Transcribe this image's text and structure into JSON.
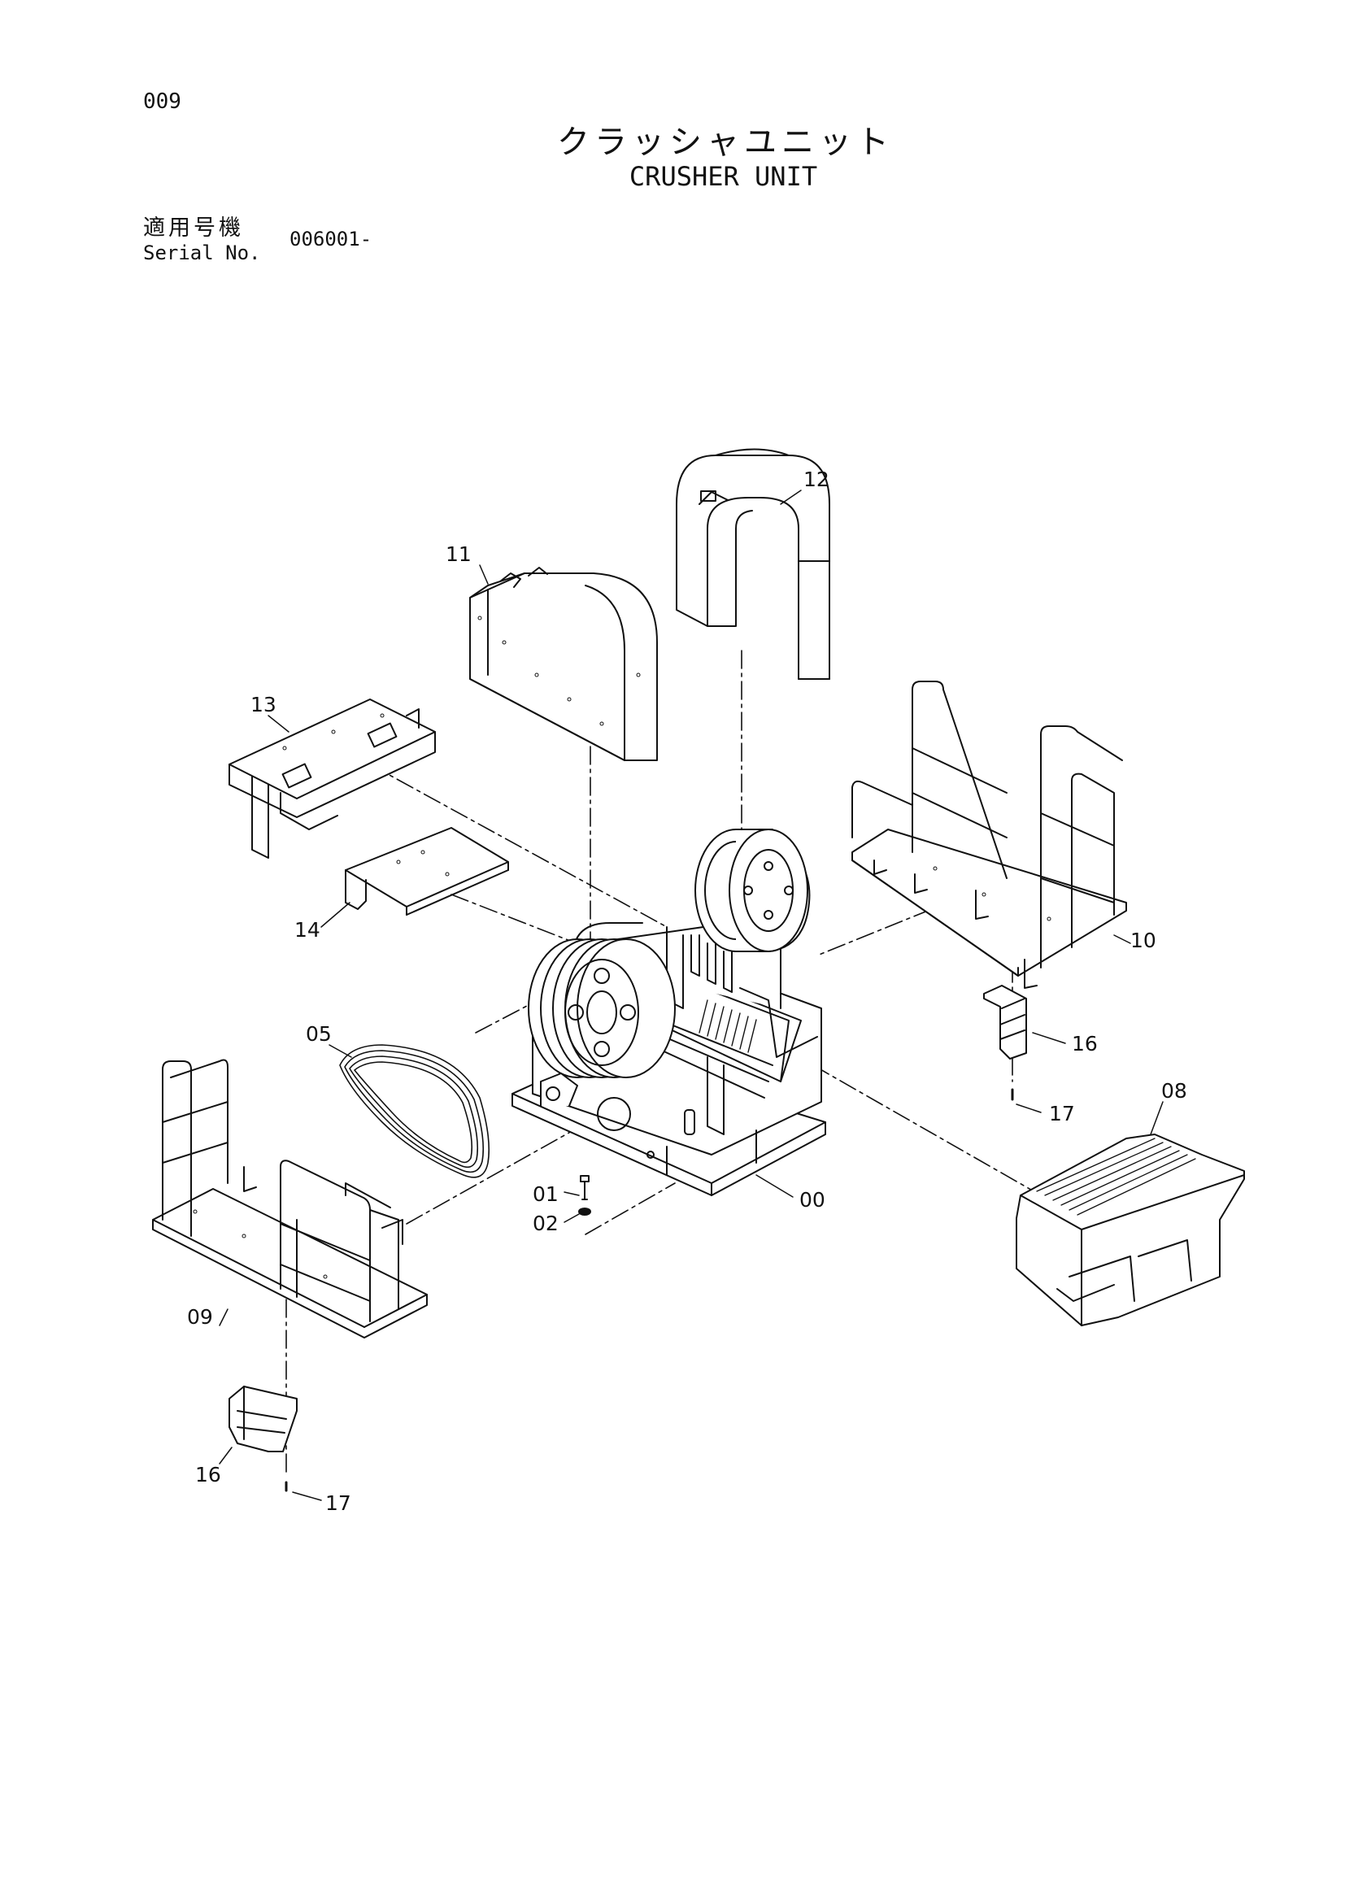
{
  "header": {
    "page_number": "009",
    "title_jp": "クラッシャユニット",
    "title_en": "CRUSHER UNIT",
    "serial_label_jp": "適用号機",
    "serial_label_en": "Serial No.",
    "serial_value": "006001-"
  },
  "parts": [
    {
      "id": "p00",
      "label": "00"
    },
    {
      "id": "p01",
      "label": "01"
    },
    {
      "id": "p02",
      "label": "02"
    },
    {
      "id": "p05",
      "label": "05"
    },
    {
      "id": "p08",
      "label": "08"
    },
    {
      "id": "p09",
      "label": "09"
    },
    {
      "id": "p10",
      "label": "10"
    },
    {
      "id": "p11",
      "label": "11"
    },
    {
      "id": "p12",
      "label": "12"
    },
    {
      "id": "p13",
      "label": "13"
    },
    {
      "id": "p14",
      "label": "14"
    },
    {
      "id": "p16a",
      "label": "16"
    },
    {
      "id": "p16b",
      "label": "16"
    },
    {
      "id": "p17a",
      "label": "17"
    },
    {
      "id": "p17b",
      "label": "17"
    }
  ]
}
